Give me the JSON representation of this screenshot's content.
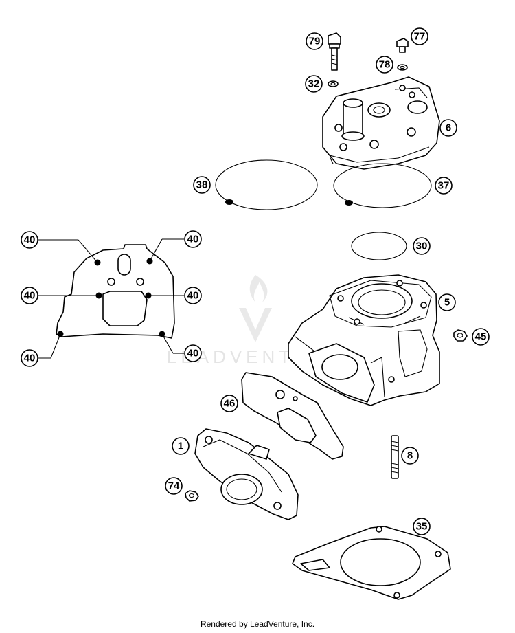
{
  "callouts": [
    {
      "id": "c79",
      "label": "79"
    },
    {
      "id": "c77",
      "label": "77"
    },
    {
      "id": "c78",
      "label": "78"
    },
    {
      "id": "c32",
      "label": "32"
    },
    {
      "id": "c6",
      "label": "6"
    },
    {
      "id": "c38",
      "label": "38"
    },
    {
      "id": "c37",
      "label": "37"
    },
    {
      "id": "c30",
      "label": "30"
    },
    {
      "id": "c40a",
      "label": "40"
    },
    {
      "id": "c40b",
      "label": "40"
    },
    {
      "id": "c40c",
      "label": "40"
    },
    {
      "id": "c40d",
      "label": "40"
    },
    {
      "id": "c40e",
      "label": "40"
    },
    {
      "id": "c40f",
      "label": "40"
    },
    {
      "id": "c5",
      "label": "5"
    },
    {
      "id": "c45",
      "label": "45"
    },
    {
      "id": "c46",
      "label": "46"
    },
    {
      "id": "c1",
      "label": "1"
    },
    {
      "id": "c8",
      "label": "8"
    },
    {
      "id": "c74",
      "label": "74"
    },
    {
      "id": "c35",
      "label": "35"
    }
  ],
  "watermark": {
    "text": "LEADVENTURE"
  },
  "footer": {
    "text": "Rendered by LeadVenture, Inc."
  }
}
